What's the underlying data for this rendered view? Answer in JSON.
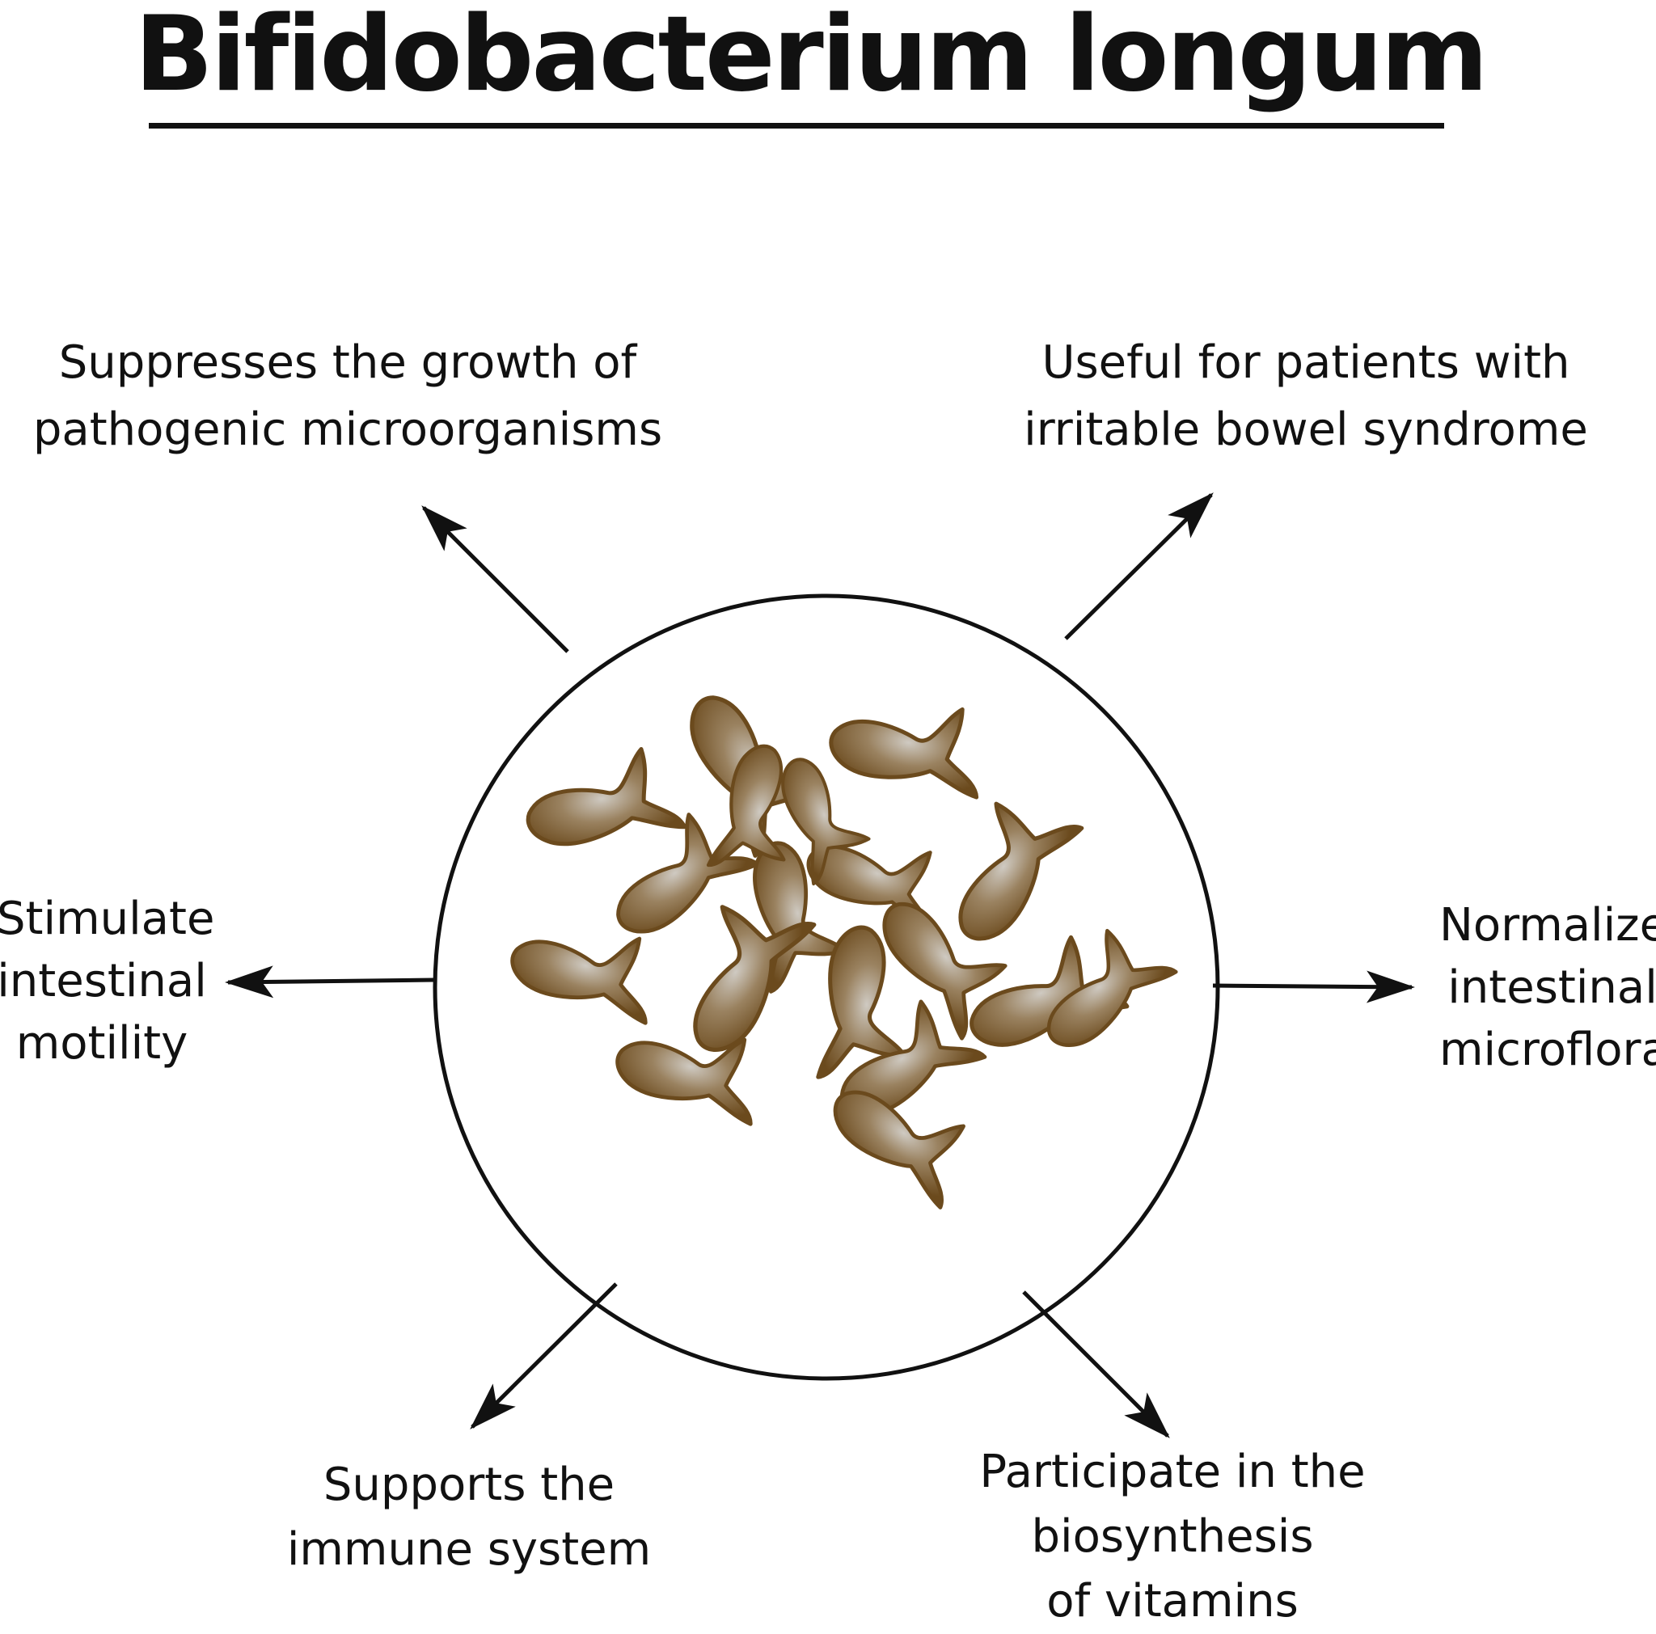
{
  "title": "Bifidobacterium longum",
  "colors": {
    "ink": "#111111",
    "bacteria_dark": "#6b4a1d",
    "bacteria_mid": "#8a6a3c",
    "bacteria_light": "#c9c4bc"
  },
  "benefits": {
    "top_left": {
      "lines": [
        "Suppresses the growth of",
        "pathogenic microorganisms"
      ]
    },
    "top_right": {
      "lines": [
        "Useful for patients with",
        "irritable bowel syndrome"
      ]
    },
    "left": {
      "lines": [
        "Stimulate",
        "intestinal",
        "motility"
      ]
    },
    "right": {
      "lines": [
        "Normalize",
        "intestinal",
        "microflora"
      ]
    },
    "bottom_left": {
      "lines": [
        "Supports the",
        "immune system"
      ]
    },
    "bottom_right": {
      "lines": [
        "Participate in the",
        "biosynthesis",
        "of vitamins"
      ]
    }
  }
}
